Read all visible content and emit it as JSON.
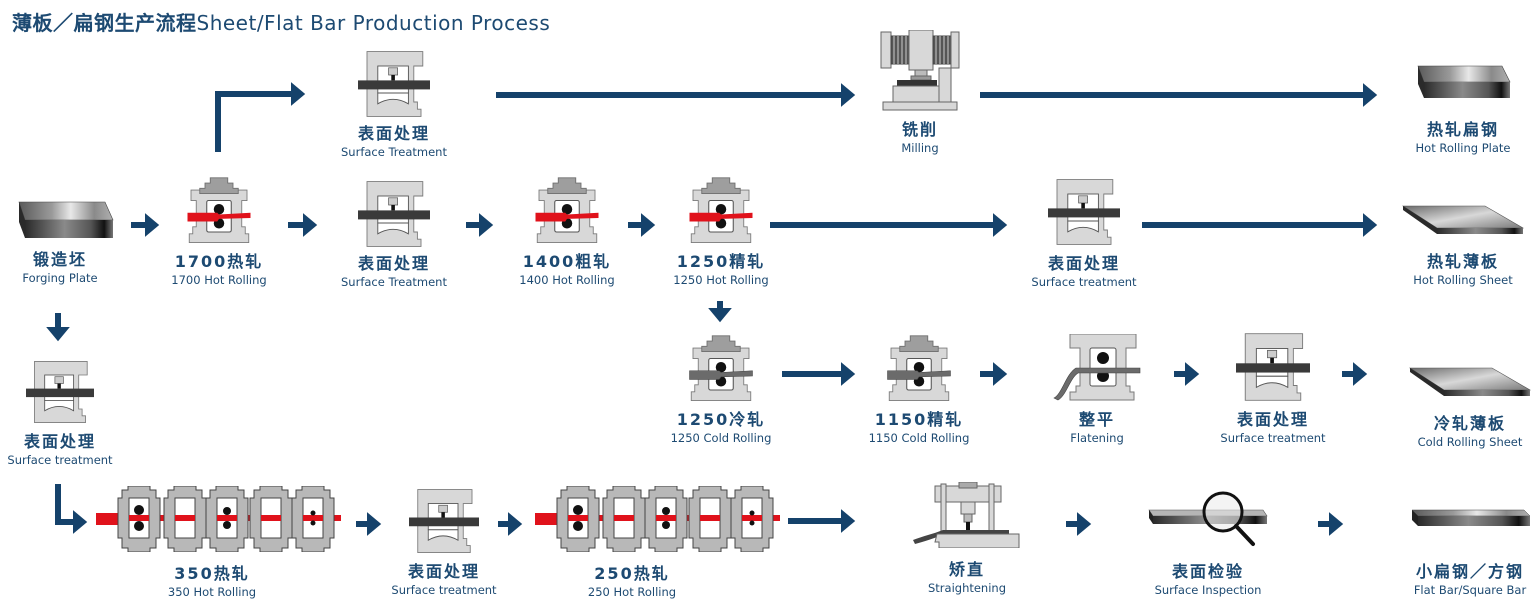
{
  "title": {
    "zh": "薄板／扁钢生产流程",
    "en": "Sheet/Flat Bar Production Process"
  },
  "colors": {
    "arrow": "#15426b",
    "text": "#1d4a72",
    "hot_strip": "#e0121b",
    "machine": "#d8d8d8",
    "machine_edge": "#6e6e6e",
    "dark_bar": "#3a3a3a"
  },
  "nodes": {
    "forging_plate": {
      "zh": "锻造坯",
      "en": "Forging Plate",
      "icon": "steel-block-icon"
    },
    "hot_1700": {
      "zh": "1700热轧",
      "en": "1700 Hot Rolling",
      "icon": "rolling-mill-hot-icon"
    },
    "surface_top": {
      "zh": "表面处理",
      "en": "Surface Treatment",
      "icon": "surface-treatment-machine-icon"
    },
    "milling": {
      "zh": "铣削",
      "en": "Milling",
      "icon": "milling-machine-icon"
    },
    "hot_rolling_plate": {
      "zh": "热轧扁钢",
      "en": "Hot Rolling Plate",
      "icon": "steel-plate-icon"
    },
    "surface_row2": {
      "zh": "表面处理",
      "en": "Surface Treatment",
      "icon": "surface-treatment-machine-icon"
    },
    "hot_1400": {
      "zh": "1400粗轧",
      "en": "1400 Hot Rolling",
      "icon": "rolling-mill-hot-icon"
    },
    "finish_1250": {
      "zh": "1250精轧",
      "en": "1250 Hot Rolling",
      "icon": "rolling-mill-hot-icon"
    },
    "surface_row2b": {
      "zh": "表面处理",
      "en": "Surface treatment",
      "icon": "surface-treatment-machine-icon"
    },
    "hot_rolling_sheet": {
      "zh": "热轧薄板",
      "en": "Hot Rolling Sheet",
      "icon": "steel-sheet-icon"
    },
    "surface_left": {
      "zh": "表面处理",
      "en": "Surface treatment",
      "icon": "surface-treatment-machine-icon"
    },
    "cold_1250": {
      "zh": "1250冷轧",
      "en": "1250 Cold Rolling",
      "icon": "rolling-mill-cold-icon"
    },
    "cold_1150": {
      "zh": "1150精轧",
      "en": "1150 Cold Rolling",
      "icon": "rolling-mill-cold-icon"
    },
    "flatening": {
      "zh": "整平",
      "en": "Flatening",
      "icon": "flattening-machine-icon"
    },
    "surface_row3": {
      "zh": "表面处理",
      "en": "Surface treatment",
      "icon": "surface-treatment-machine-icon"
    },
    "cold_rolling_sheet": {
      "zh": "冷轧薄板",
      "en": "Cold Rolling Sheet",
      "icon": "steel-sheet-icon"
    },
    "hot_350": {
      "zh": "350热轧",
      "en": "350 Hot Rolling",
      "icon": "continuous-rolling-mill-icon"
    },
    "surface_row4": {
      "zh": "表面处理",
      "en": "Surface treatment",
      "icon": "surface-treatment-machine-icon"
    },
    "hot_250": {
      "zh": "250热轧",
      "en": "250 Hot Rolling",
      "icon": "continuous-rolling-mill-icon"
    },
    "straightening": {
      "zh": "矫直",
      "en": "Straightening",
      "icon": "straightening-press-icon"
    },
    "surface_inspection": {
      "zh": "表面检验",
      "en": "Surface Inspection",
      "icon": "magnifier-inspection-icon"
    },
    "flat_square_bar": {
      "zh": "小扁钢／方钢",
      "en": "Flat Bar/Square Bar",
      "icon": "steel-bar-icon"
    }
  }
}
